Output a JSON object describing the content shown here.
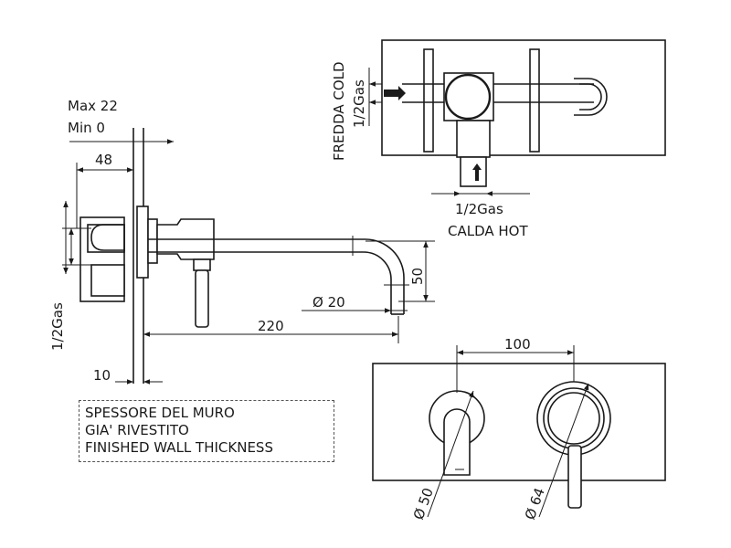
{
  "labels": {
    "max": "Max 22",
    "min": "Min 0",
    "d48": "48",
    "gas_left": "1/2Gas",
    "d10": "10",
    "d220": "220",
    "d20": "Ø 20",
    "d50": "50",
    "d100": "100",
    "dia50": "Ø 50",
    "dia64": "Ø 64",
    "fredda_cold": "FREDDA COLD",
    "gas_top": "1/2Gas",
    "gas_bottom": "1/2Gas",
    "calda_hot": "CALDA HOT"
  },
  "note": {
    "line1": "SPESSORE DEL MURO",
    "line2": " GIA' RIVESTITO",
    "line3": "FINISHED WALL THICKNESS"
  }
}
